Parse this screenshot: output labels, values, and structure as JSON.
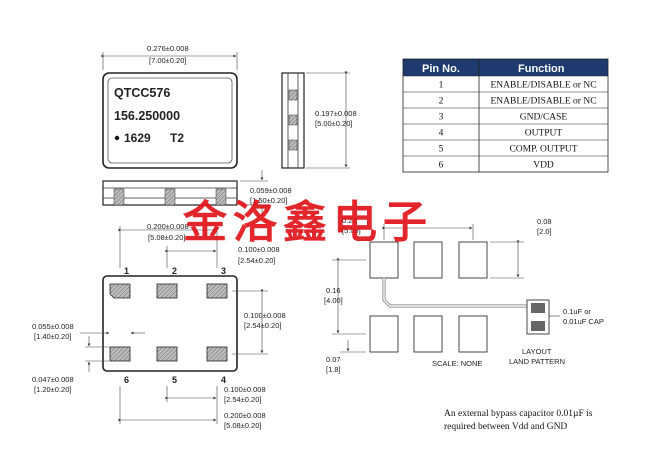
{
  "part": {
    "model": "QTCC576",
    "frequency": "156.250000",
    "date_code": "1629",
    "suffix": "T2"
  },
  "dims": {
    "top_width": "0.276±0.008",
    "top_width_mm": "[7.00±0.20]",
    "side_height": "0.197±0.008",
    "side_height_mm": "[5.00±0.20]",
    "thickness": "0.059±0.008",
    "thickness_mm": "[1.50±0.20]",
    "pitch_outer": "0.200±0.008",
    "pitch_outer_mm": "[5.08±0.20]",
    "pitch_inner": "0.100±0.008",
    "pitch_inner_mm": "[2.54±0.20]",
    "row_spacing": "0.100±0.008",
    "row_spacing_mm": "[2.54±0.20]",
    "pad_width": "0.055±0.008",
    "pad_width_mm": "[1.40±0.20]",
    "pad_height": "0.047±0.008",
    "pad_height_mm": "[1.20±0.20]",
    "bottom_pitch": "0.100±0.008",
    "bottom_pitch_mm": "[2.54±0.20]",
    "bottom_total": "0.200±0.008",
    "bottom_total_mm": "[5.08±0.20]"
  },
  "pins_top": [
    "1",
    "2",
    "3"
  ],
  "pins_bottom": [
    "6",
    "5",
    "4"
  ],
  "land": {
    "d1": "0.20",
    "d1_mm": "[5.08]",
    "d2": "0.08",
    "d2_mm": "[2.0]",
    "d3": "0.16",
    "d3_mm": "[4.00]",
    "d4": "0.07",
    "d4_mm": "[1.8]",
    "cap_line1": "0.1uF or",
    "cap_line2": "0.01uF CAP",
    "scale": "SCALE: NONE",
    "layout_line1": "LAYOUT",
    "layout_line2": "LAND PATTERN"
  },
  "table": {
    "headers": [
      "Pin No.",
      "Function"
    ],
    "rows": [
      [
        "1",
        "ENABLE/DISABLE or NC"
      ],
      [
        "2",
        "ENABLE/DISABLE or NC"
      ],
      [
        "3",
        "GND/CASE"
      ],
      [
        "4",
        "OUTPUT"
      ],
      [
        "5",
        "COMP. OUTPUT"
      ],
      [
        "6",
        "VDD"
      ]
    ],
    "header_color": "#1f3a6e"
  },
  "note": {
    "line1": "An external bypass capacitor 0.01µF is",
    "line2": "required between Vdd and GND"
  },
  "watermark": "金洛鑫电子"
}
